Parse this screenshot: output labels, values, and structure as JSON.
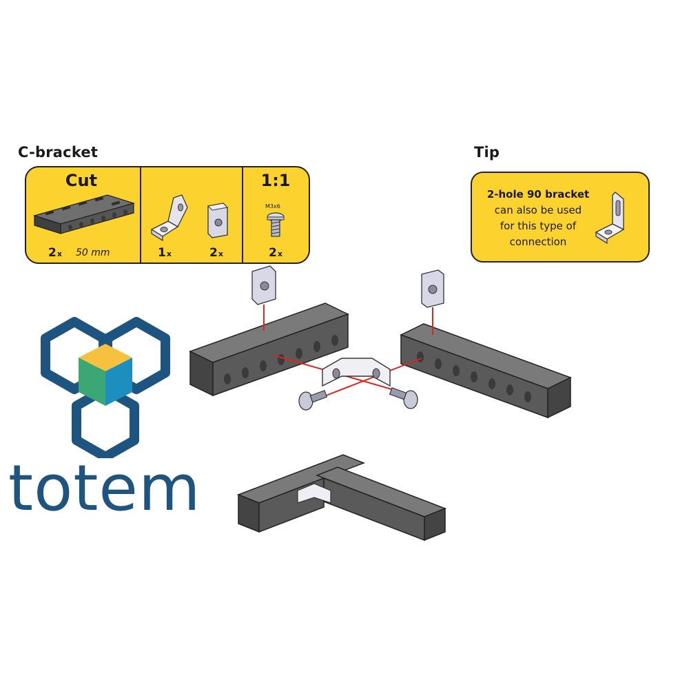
{
  "cbracket": {
    "title": "C-bracket",
    "cut_label": "Cut",
    "beam_qty": "2",
    "beam_qty_unit": "x",
    "beam_length": "50 mm",
    "bracket_qty": "1",
    "bracket_qty_unit": "x",
    "nut_qty": "2",
    "nut_qty_unit": "x",
    "scale_label": "1:1",
    "screw_label": "M3x6",
    "screw_qty": "2",
    "screw_qty_unit": "x"
  },
  "tip": {
    "title": "Tip",
    "lines": [
      "2-hole 90 bracket",
      "can also be used",
      "for this type of",
      "connection"
    ]
  },
  "brand": {
    "name": "totem"
  },
  "colors": {
    "panel": "#fcd22e",
    "beam": "#5b5b5b",
    "guide_line": "#e0231c",
    "logo_blue": "#1d5580",
    "logo_yellow": "#f6c23e",
    "logo_green": "#3aa774",
    "logo_cyan": "#1c8fbf"
  }
}
